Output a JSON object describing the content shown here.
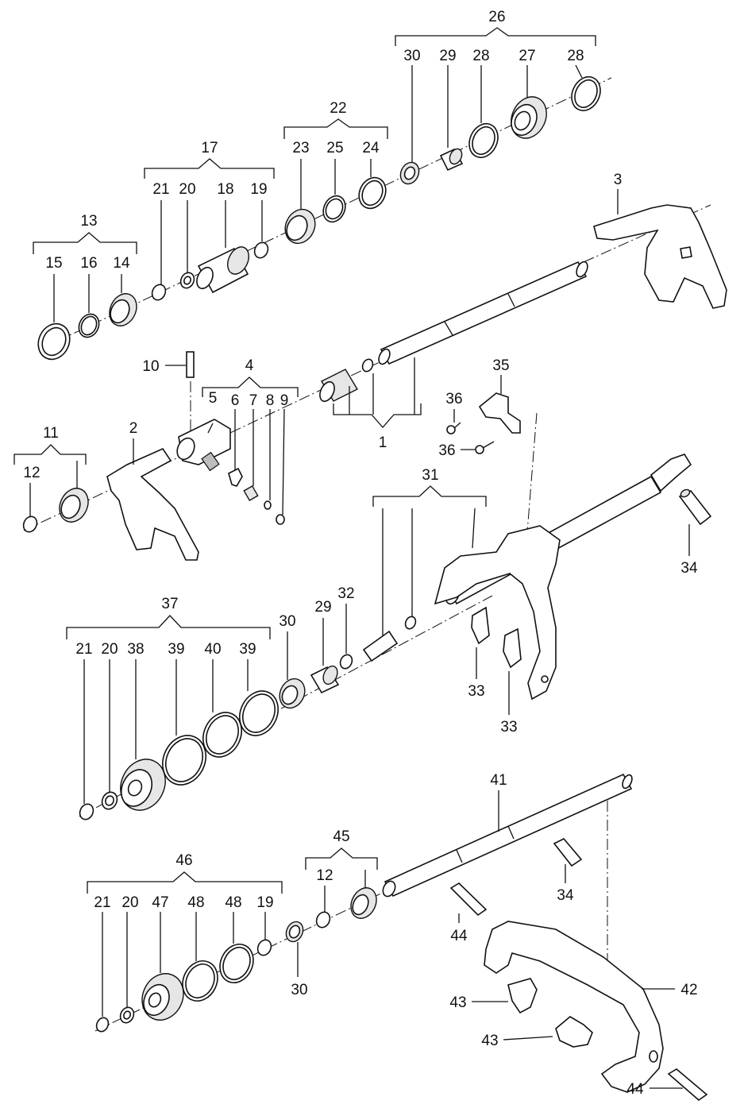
{
  "labels": [
    {
      "id": "26",
      "text": "26"
    },
    {
      "id": "30a",
      "text": "30"
    },
    {
      "id": "29a",
      "text": "29"
    },
    {
      "id": "28a",
      "text": "28"
    },
    {
      "id": "27",
      "text": "27"
    },
    {
      "id": "28b",
      "text": "28"
    },
    {
      "id": "22",
      "text": "22"
    },
    {
      "id": "23",
      "text": "23"
    },
    {
      "id": "25",
      "text": "25"
    },
    {
      "id": "24",
      "text": "24"
    },
    {
      "id": "17",
      "text": "17"
    },
    {
      "id": "21a",
      "text": "21"
    },
    {
      "id": "20a",
      "text": "20"
    },
    {
      "id": "18",
      "text": "18"
    },
    {
      "id": "19a",
      "text": "19"
    },
    {
      "id": "13",
      "text": "13"
    },
    {
      "id": "15",
      "text": "15"
    },
    {
      "id": "16",
      "text": "16"
    },
    {
      "id": "14",
      "text": "14"
    },
    {
      "id": "3",
      "text": "3"
    },
    {
      "id": "10",
      "text": "10"
    },
    {
      "id": "4",
      "text": "4"
    },
    {
      "id": "5",
      "text": "5"
    },
    {
      "id": "6",
      "text": "6"
    },
    {
      "id": "7",
      "text": "7"
    },
    {
      "id": "8",
      "text": "8"
    },
    {
      "id": "9",
      "text": "9"
    },
    {
      "id": "1",
      "text": "1"
    },
    {
      "id": "35",
      "text": "35"
    },
    {
      "id": "36a",
      "text": "36"
    },
    {
      "id": "36b",
      "text": "36"
    },
    {
      "id": "11",
      "text": "11"
    },
    {
      "id": "12a",
      "text": "12"
    },
    {
      "id": "2",
      "text": "2"
    },
    {
      "id": "31",
      "text": "31"
    },
    {
      "id": "34a",
      "text": "34"
    },
    {
      "id": "37",
      "text": "37"
    },
    {
      "id": "21b",
      "text": "21"
    },
    {
      "id": "20b",
      "text": "20"
    },
    {
      "id": "38",
      "text": "38"
    },
    {
      "id": "39a",
      "text": "39"
    },
    {
      "id": "40",
      "text": "40"
    },
    {
      "id": "39b",
      "text": "39"
    },
    {
      "id": "30b",
      "text": "30"
    },
    {
      "id": "29b",
      "text": "29"
    },
    {
      "id": "32",
      "text": "32"
    },
    {
      "id": "33a",
      "text": "33"
    },
    {
      "id": "33b",
      "text": "33"
    },
    {
      "id": "41",
      "text": "41"
    },
    {
      "id": "34b",
      "text": "34"
    },
    {
      "id": "45",
      "text": "45"
    },
    {
      "id": "12b",
      "text": "12"
    },
    {
      "id": "46",
      "text": "46"
    },
    {
      "id": "21c",
      "text": "21"
    },
    {
      "id": "20c",
      "text": "20"
    },
    {
      "id": "47",
      "text": "47"
    },
    {
      "id": "48a",
      "text": "48"
    },
    {
      "id": "48b",
      "text": "48"
    },
    {
      "id": "19b",
      "text": "19"
    },
    {
      "id": "30c",
      "text": "30"
    },
    {
      "id": "44a",
      "text": "44"
    },
    {
      "id": "43a",
      "text": "43"
    },
    {
      "id": "42",
      "text": "42"
    },
    {
      "id": "43b",
      "text": "43"
    },
    {
      "id": "44b",
      "text": "44"
    }
  ]
}
